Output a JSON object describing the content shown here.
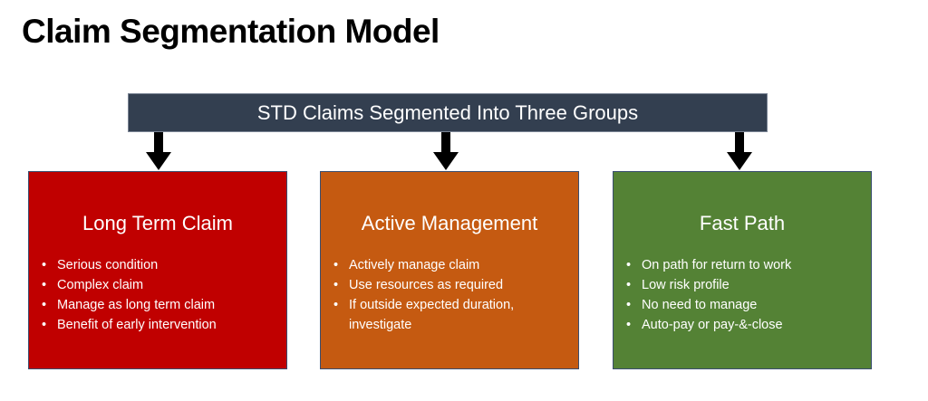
{
  "title": "Claim Segmentation Model",
  "header": {
    "text": "STD Claims Segmented Into Three Groups",
    "color": "#333f50"
  },
  "arrow_color": "#000000",
  "boxes": [
    {
      "title": "Long Term Claim",
      "color": "#c00000",
      "bullets": [
        "Serious condition",
        "Complex claim",
        "Manage as long term claim",
        "Benefit of early intervention"
      ]
    },
    {
      "title": "Active Management",
      "color": "#c55a11",
      "bullets": [
        "Actively manage claim",
        "Use resources as required",
        "If outside expected duration, investigate"
      ]
    },
    {
      "title": "Fast Path",
      "color": "#548235",
      "bullets": [
        "On path for return to work",
        "Low risk profile",
        "No need to manage",
        "Auto-pay or pay-&-close"
      ]
    }
  ]
}
